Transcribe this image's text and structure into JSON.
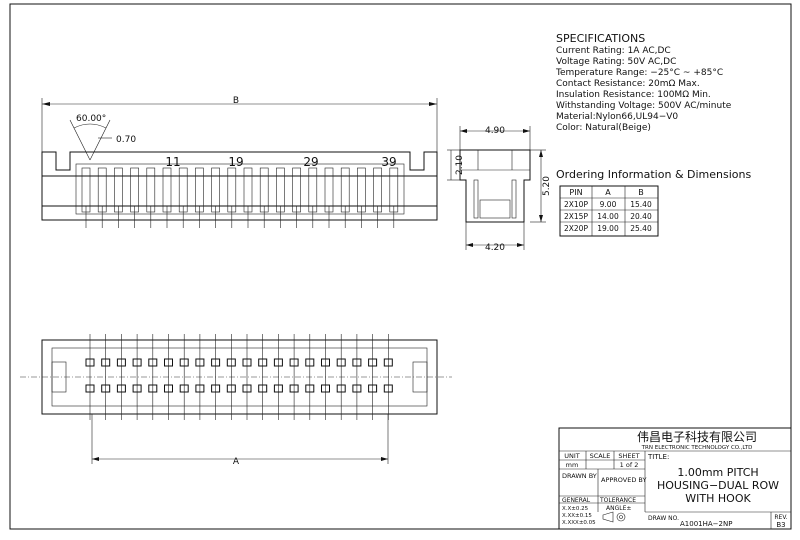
{
  "views": {
    "front": {
      "dim_overall": "B",
      "angle": "60.00°",
      "pitch": "0.70",
      "pin_labels": [
        "11",
        "19",
        "29",
        "39"
      ]
    },
    "side": {
      "width_top": "4.90",
      "height_step": "2.10",
      "height_total": "5.20",
      "width_bottom": "4.20"
    },
    "bottom": {
      "dim_overall": "A"
    }
  },
  "specifications": {
    "heading": "SPECIFICATIONS",
    "lines": [
      "Current Rating: 1A AC,DC",
      "Voltage Rating: 50V AC,DC",
      "Temperature Range: −25°C ~ +85°C",
      "Contact Resistance: 20mΩ Max.",
      "Insulation Resistance: 100MΩ Min.",
      "Withstanding Voltage: 500V AC/minute",
      "Material:Nylon66,UL94−V0",
      "Color: Natural(Beige)"
    ]
  },
  "ordering": {
    "heading": "Ordering Information & Dimensions",
    "columns": [
      "PIN",
      "A",
      "B"
    ],
    "rows": [
      [
        "2X10P",
        "9.00",
        "15.40"
      ],
      [
        "2X15P",
        "14.00",
        "20.40"
      ],
      [
        "2X20P",
        "19.00",
        "25.40"
      ]
    ]
  },
  "title_block": {
    "company_cn": "伟昌电子科技有限公司",
    "company_en": "TRN ELECTRONIC TECHNOLOGY CO.,LTD",
    "unit_label": "UNIT",
    "unit_value": "mm",
    "scale_label": "SCALE",
    "sheet_label": "SHEET",
    "sheet_value": "1 of 2",
    "title_label": "TITLE:",
    "title_lines": [
      "1.00mm PITCH",
      "HOUSING−DUAL ROW",
      "WITH HOOK"
    ],
    "drawn_by": "DRAWN BY",
    "approved_by": "APPROVED BY",
    "general": "GENERAL",
    "tolerance": "TOLERANCE",
    "tol_lines": [
      "X.X±0.25",
      "X.XX±0.15",
      "X.XXX±0.05"
    ],
    "angle_label": "ANGLE±",
    "draw_no_label": "DRAW NO.",
    "draw_no_value": "A1001HA−2NP",
    "rev_label": "REV.",
    "rev_value": "B3"
  }
}
